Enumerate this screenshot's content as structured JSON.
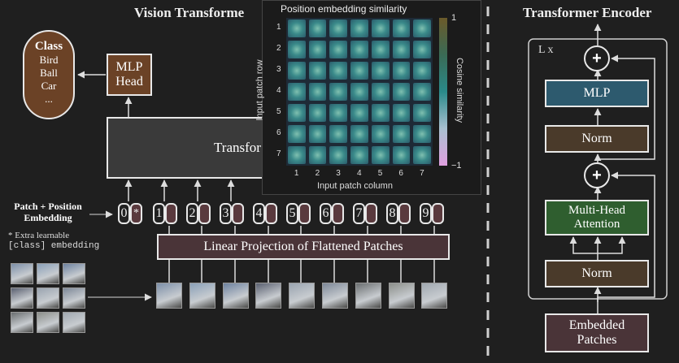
{
  "left": {
    "title": "Vision Transforme",
    "class_box": {
      "heading": "Class",
      "items": [
        "Bird",
        "Ball",
        "Car",
        "..."
      ]
    },
    "mlp_head": "MLP\nHead",
    "transformer_encoder_label": "Transfor",
    "patch_position_label": "Patch + Position\nEmbedding",
    "extra_note_1": "* Extra learnable",
    "extra_note_2": "[class] embedding",
    "linear_projection": "Linear Projection of Flattened Patches",
    "tokens": [
      "0",
      "1",
      "2",
      "3",
      "4",
      "5",
      "6",
      "7",
      "8",
      "9"
    ],
    "class_token_marker": "*"
  },
  "heatmap": {
    "title": "Position embedding similarity",
    "xlabel": "Input patch column",
    "ylabel": "Input patch row",
    "colorbar_label": "Cosine similarity",
    "colorbar_max": "1",
    "colorbar_min": "−1",
    "tick_labels": [
      "1",
      "2",
      "3",
      "4",
      "5",
      "6",
      "7"
    ]
  },
  "right": {
    "title": "Transformer Encoder",
    "repeat_label": "L x",
    "plus_symbol": "+",
    "mlp": "MLP",
    "norm_top": "Norm",
    "mha": "Multi-Head\nAttention",
    "norm_bottom": "Norm",
    "embedded": "Embedded\nPatches"
  },
  "colors": {
    "background": "#1f1f1f",
    "brown": "#6b4226",
    "mauve": "#4a3438",
    "mlp_teal": "#2d5a6e",
    "mha_green": "#2f5e2f",
    "norm_brown": "#4a3a2a",
    "heatmap_bg": "#1e2a36"
  }
}
